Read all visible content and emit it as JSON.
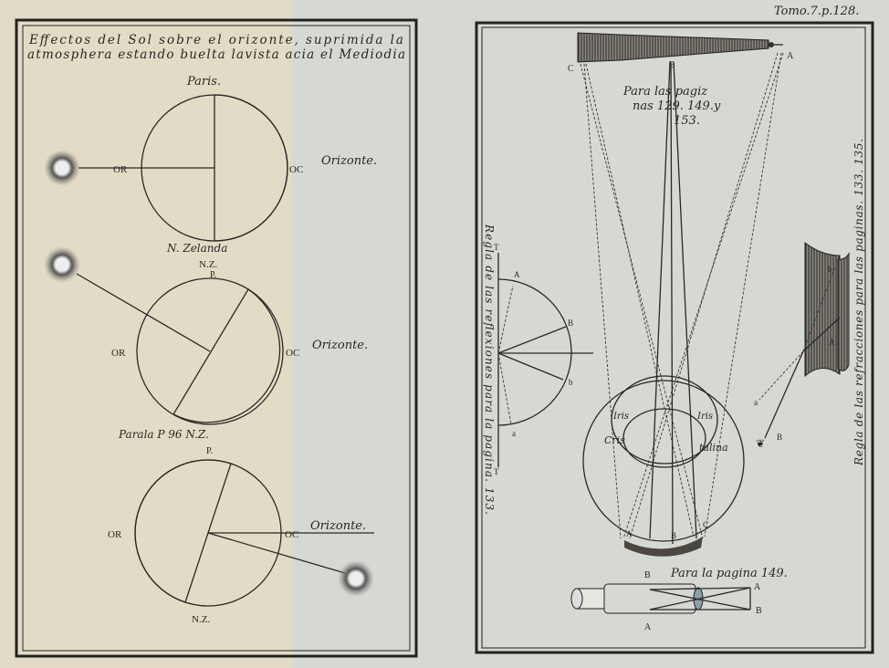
{
  "plate_reference": "Tomo.7.p.128.",
  "left_panel": {
    "title_line1": "Effectos del Sol sobre el orizonte, suprimida la",
    "title_line2": "atmosphera estando buelta lavista acia el Mediodia",
    "figure1": {
      "top_label": "Paris.",
      "west": "OR",
      "east": "OC",
      "horizon": "Orizonte.",
      "bottom_label": "N. Zelanda"
    },
    "figure2": {
      "top_label": "N.Z.",
      "pole": "P.",
      "west": "OR",
      "east": "OC",
      "horizon": "Orizonte.",
      "bottom_label": "Parala P 96 N.Z."
    },
    "figure3": {
      "pole": "P.",
      "west": "OR",
      "east": "OC",
      "horizon": "Orizonte.",
      "bottom_label": "N.Z."
    }
  },
  "right_panel": {
    "telescope_labels": {
      "c": "C",
      "b": "B",
      "a": "A"
    },
    "pages_note_line1": "Para las pagiz",
    "pages_note_line2": "nas 129. 149.y",
    "pages_note_line3": "153.",
    "reflection_caption": "Regla de las reflexiones para la pagina. 133.",
    "reflection_labels": {
      "t_top": "T",
      "t_bottom": "T",
      "A": "A",
      "B": "B",
      "b": "b",
      "a": "a"
    },
    "refraction_caption": "Regla de las refracciones para las paginas. 133. 135.",
    "refraction_labels": {
      "b": "b",
      "A": "A",
      "a": "a",
      "B": "B"
    },
    "eye_labels": {
      "iris_left": "Iris",
      "iris_right": "Iris",
      "cris": "Cris",
      "talina": "talina",
      "A": "A",
      "B": "B",
      "C": "C"
    },
    "bottom_caption": "Para la pagina 149.",
    "small_telescope_labels": {
      "B_top": "B",
      "A_bottom": "A",
      "A_right": "A",
      "B_right": "B"
    }
  },
  "colors": {
    "paper_left": "#e2dcc6",
    "paper_right": "#d4d7d4",
    "ink": "#2b2724"
  }
}
